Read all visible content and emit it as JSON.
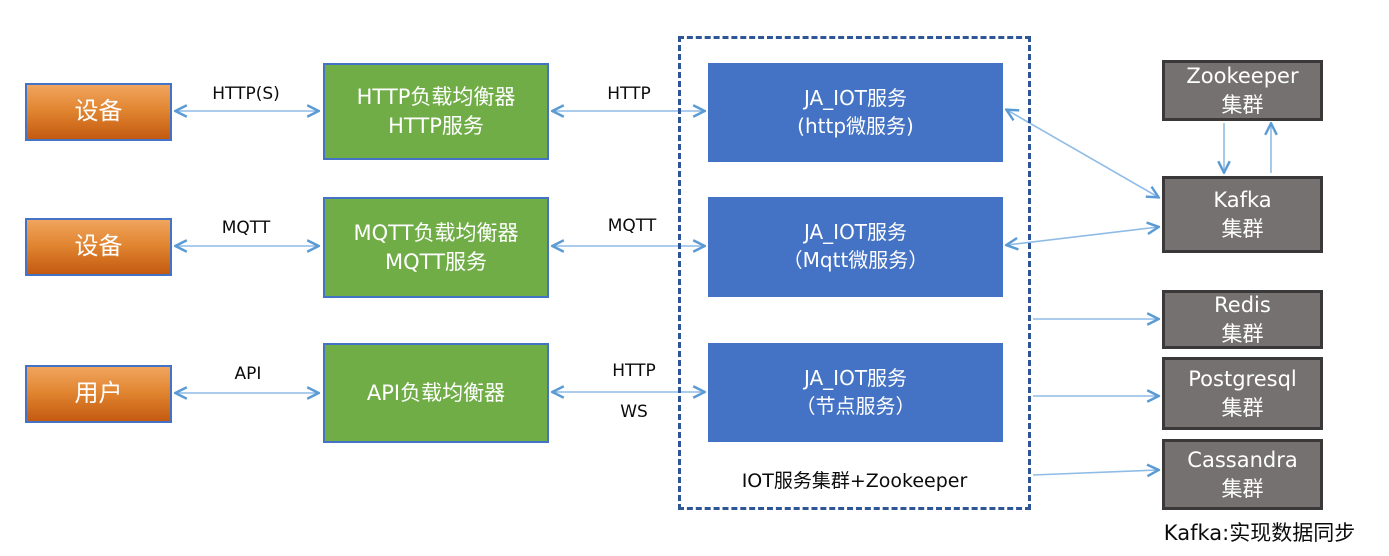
{
  "diagram": {
    "nodes": {
      "device1": "设备",
      "device2": "设备",
      "user": "用户",
      "http_lb": "HTTP负载均衡器\nHTTP服务",
      "mqtt_lb": "MQTT负载均衡器\nMQTT服务",
      "api_lb": "API负载均衡器",
      "iot_http": "JA_IOT服务\n(http微服务)",
      "iot_mqtt": "JA_IOT服务\n（Mqtt微服务）",
      "iot_node": "JA_IOT服务\n（节点服务）",
      "zookeeper": "Zookeeper\n集群",
      "kafka": "Kafka\n集群",
      "redis": "Redis\n集群",
      "postgresql": "Postgresql\n集群",
      "cassandra": "Cassandra\n集群"
    },
    "edge_labels": {
      "https": "HTTP(S)",
      "http_1": "HTTP",
      "mqtt_1": "MQTT",
      "mqtt_2": "MQTT",
      "api": "API",
      "http_2": "HTTP",
      "ws": "WS"
    },
    "captions": {
      "cluster": "IOT服务集群+Zookeeper",
      "kafka_note": "Kafka:实现数据同步"
    },
    "colors": {
      "orange_top": "#F1A55E",
      "orange_bottom": "#C45A11",
      "green": "#70AD47",
      "blue": "#4472C4",
      "gray": "#767171",
      "gray_border": "#3A3838",
      "shape_border": "#4472C4",
      "dashed_border": "#2E5596",
      "arrow": "#5B9BD5",
      "arrow_shaft": "#8FBCE6"
    }
  }
}
